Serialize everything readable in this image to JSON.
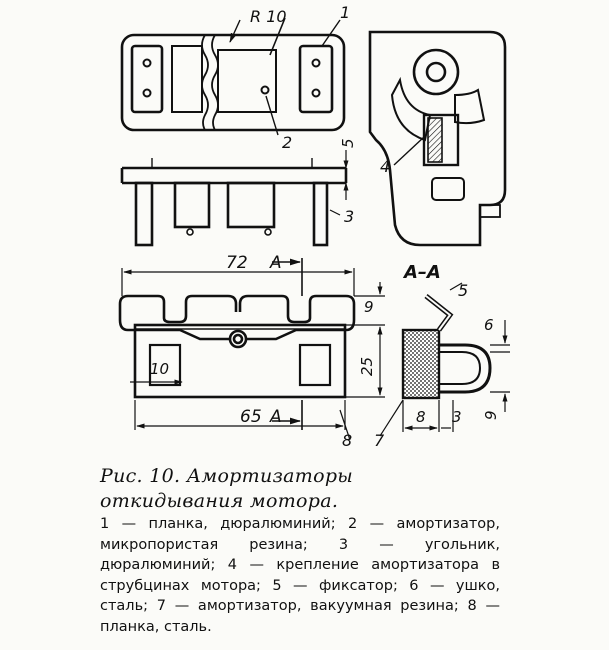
{
  "labels": {
    "r10": "R 10",
    "n1": "1",
    "n2": "2",
    "n3": "3",
    "n4": "4",
    "n5_top": "5",
    "n5_section": "5",
    "n6": "6",
    "n7": "7",
    "n8": "8",
    "n9_upper": "9",
    "n9_lower": "9",
    "d72": "72",
    "d65": "65",
    "d25": "25",
    "d10": "10",
    "d8": "8",
    "d3": "3",
    "section_mark_upper": "A",
    "section_mark_lower": "A",
    "section_title": "A–A"
  },
  "caption": "Рис. 10. Амортизаторы откидывания мотора.",
  "legend": "1 — планка, дюралюминий; 2 — амортизатор, микропористая резина; 3 — угольник, дюралюминий; 4 — крепление амортизатора в струбцинах мотора; 5 — фиксатор; 6 — ушко, сталь; 7 — амортизатор, вакуумная резина; 8 — планка, сталь."
}
